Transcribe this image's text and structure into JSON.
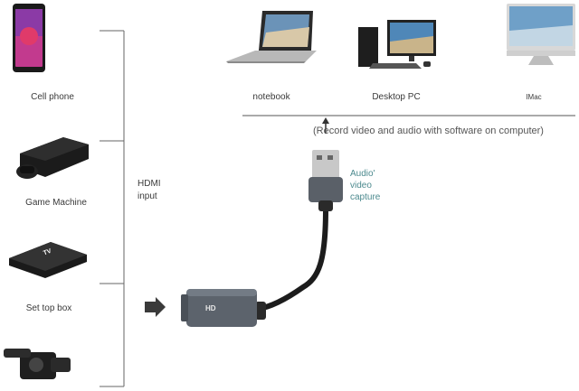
{
  "sources": {
    "cell_phone": "Cell phone",
    "game_machine": "Game Machine",
    "set_top_box": "Set top box"
  },
  "hdmi_label": "HDMI\ninput",
  "computers": {
    "notebook": "notebook",
    "desktop": "Desktop PC",
    "imac": "IMac"
  },
  "record_note": "(Record video and audio with software on computer)",
  "capture_label": "Audio'\nvideo\ncapture",
  "tv_badge": "TV",
  "device_badge": "HD"
}
